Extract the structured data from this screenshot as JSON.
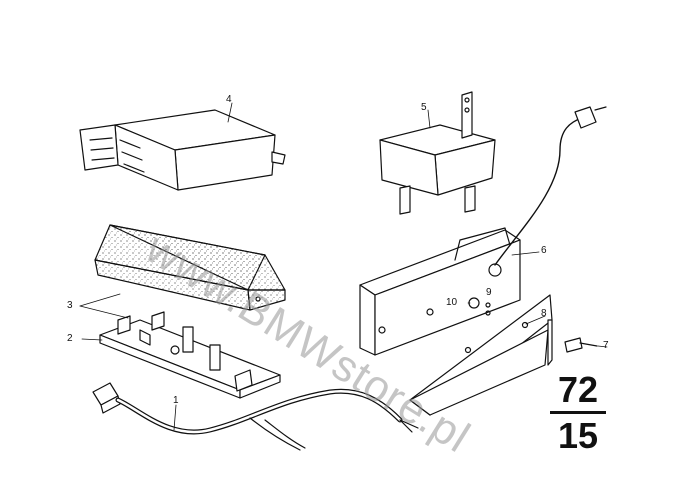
{
  "callouts": {
    "p1": "1",
    "p2": "2",
    "p3": "3",
    "p4": "4",
    "p5": "5",
    "p6": "6",
    "p7": "7",
    "p8": "8",
    "p9": "9",
    "p10": "10"
  },
  "section": {
    "top": "72",
    "bottom": "15"
  },
  "watermark": "www.BMWstore.pl",
  "colors": {
    "ink": "#111111",
    "watermark": "#969696"
  }
}
